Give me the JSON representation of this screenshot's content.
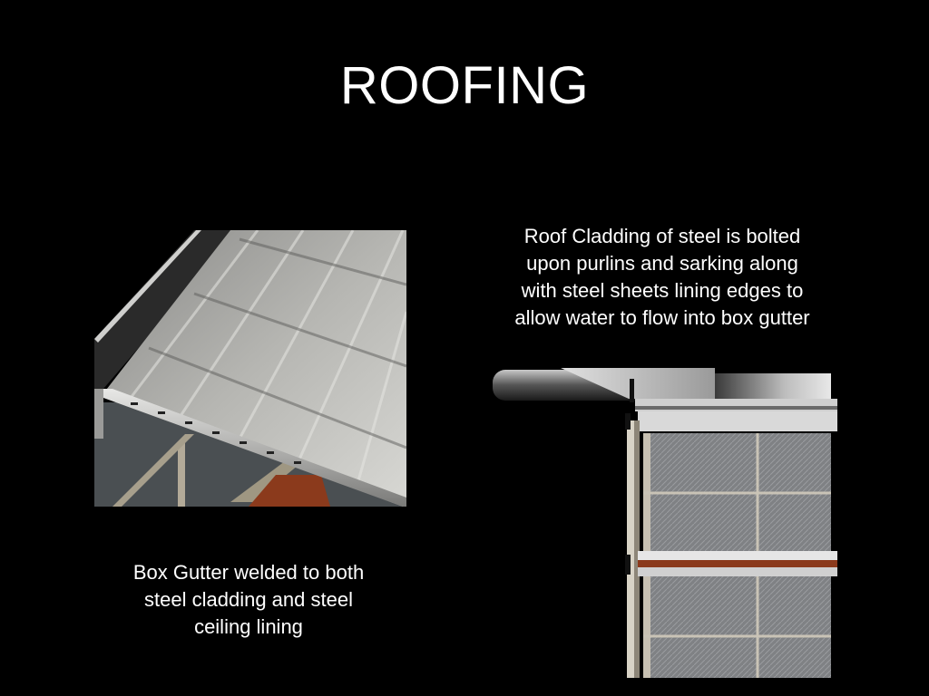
{
  "slide": {
    "title": "ROOFING",
    "caption_right": "Roof Cladding of steel is bolted\nupon purlins and sarking along\nwith steel sheets lining edges to\nallow water to flow into box gutter",
    "caption_left": "Box Gutter welded to both\nsteel cladding and steel\nceiling lining"
  },
  "colors": {
    "background": "#000000",
    "text": "#ffffff",
    "timber_accent": "#8b3a1c"
  }
}
